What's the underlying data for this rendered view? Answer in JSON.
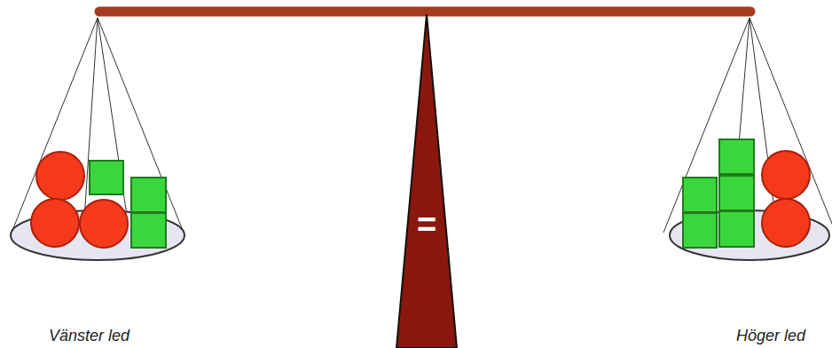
{
  "diagram": {
    "nodes": [
      {
        "text": [
          "="
        ]
      }
    ],
    "labels": [
      "Vänster led",
      "Höger led"
    ]
  }
}
